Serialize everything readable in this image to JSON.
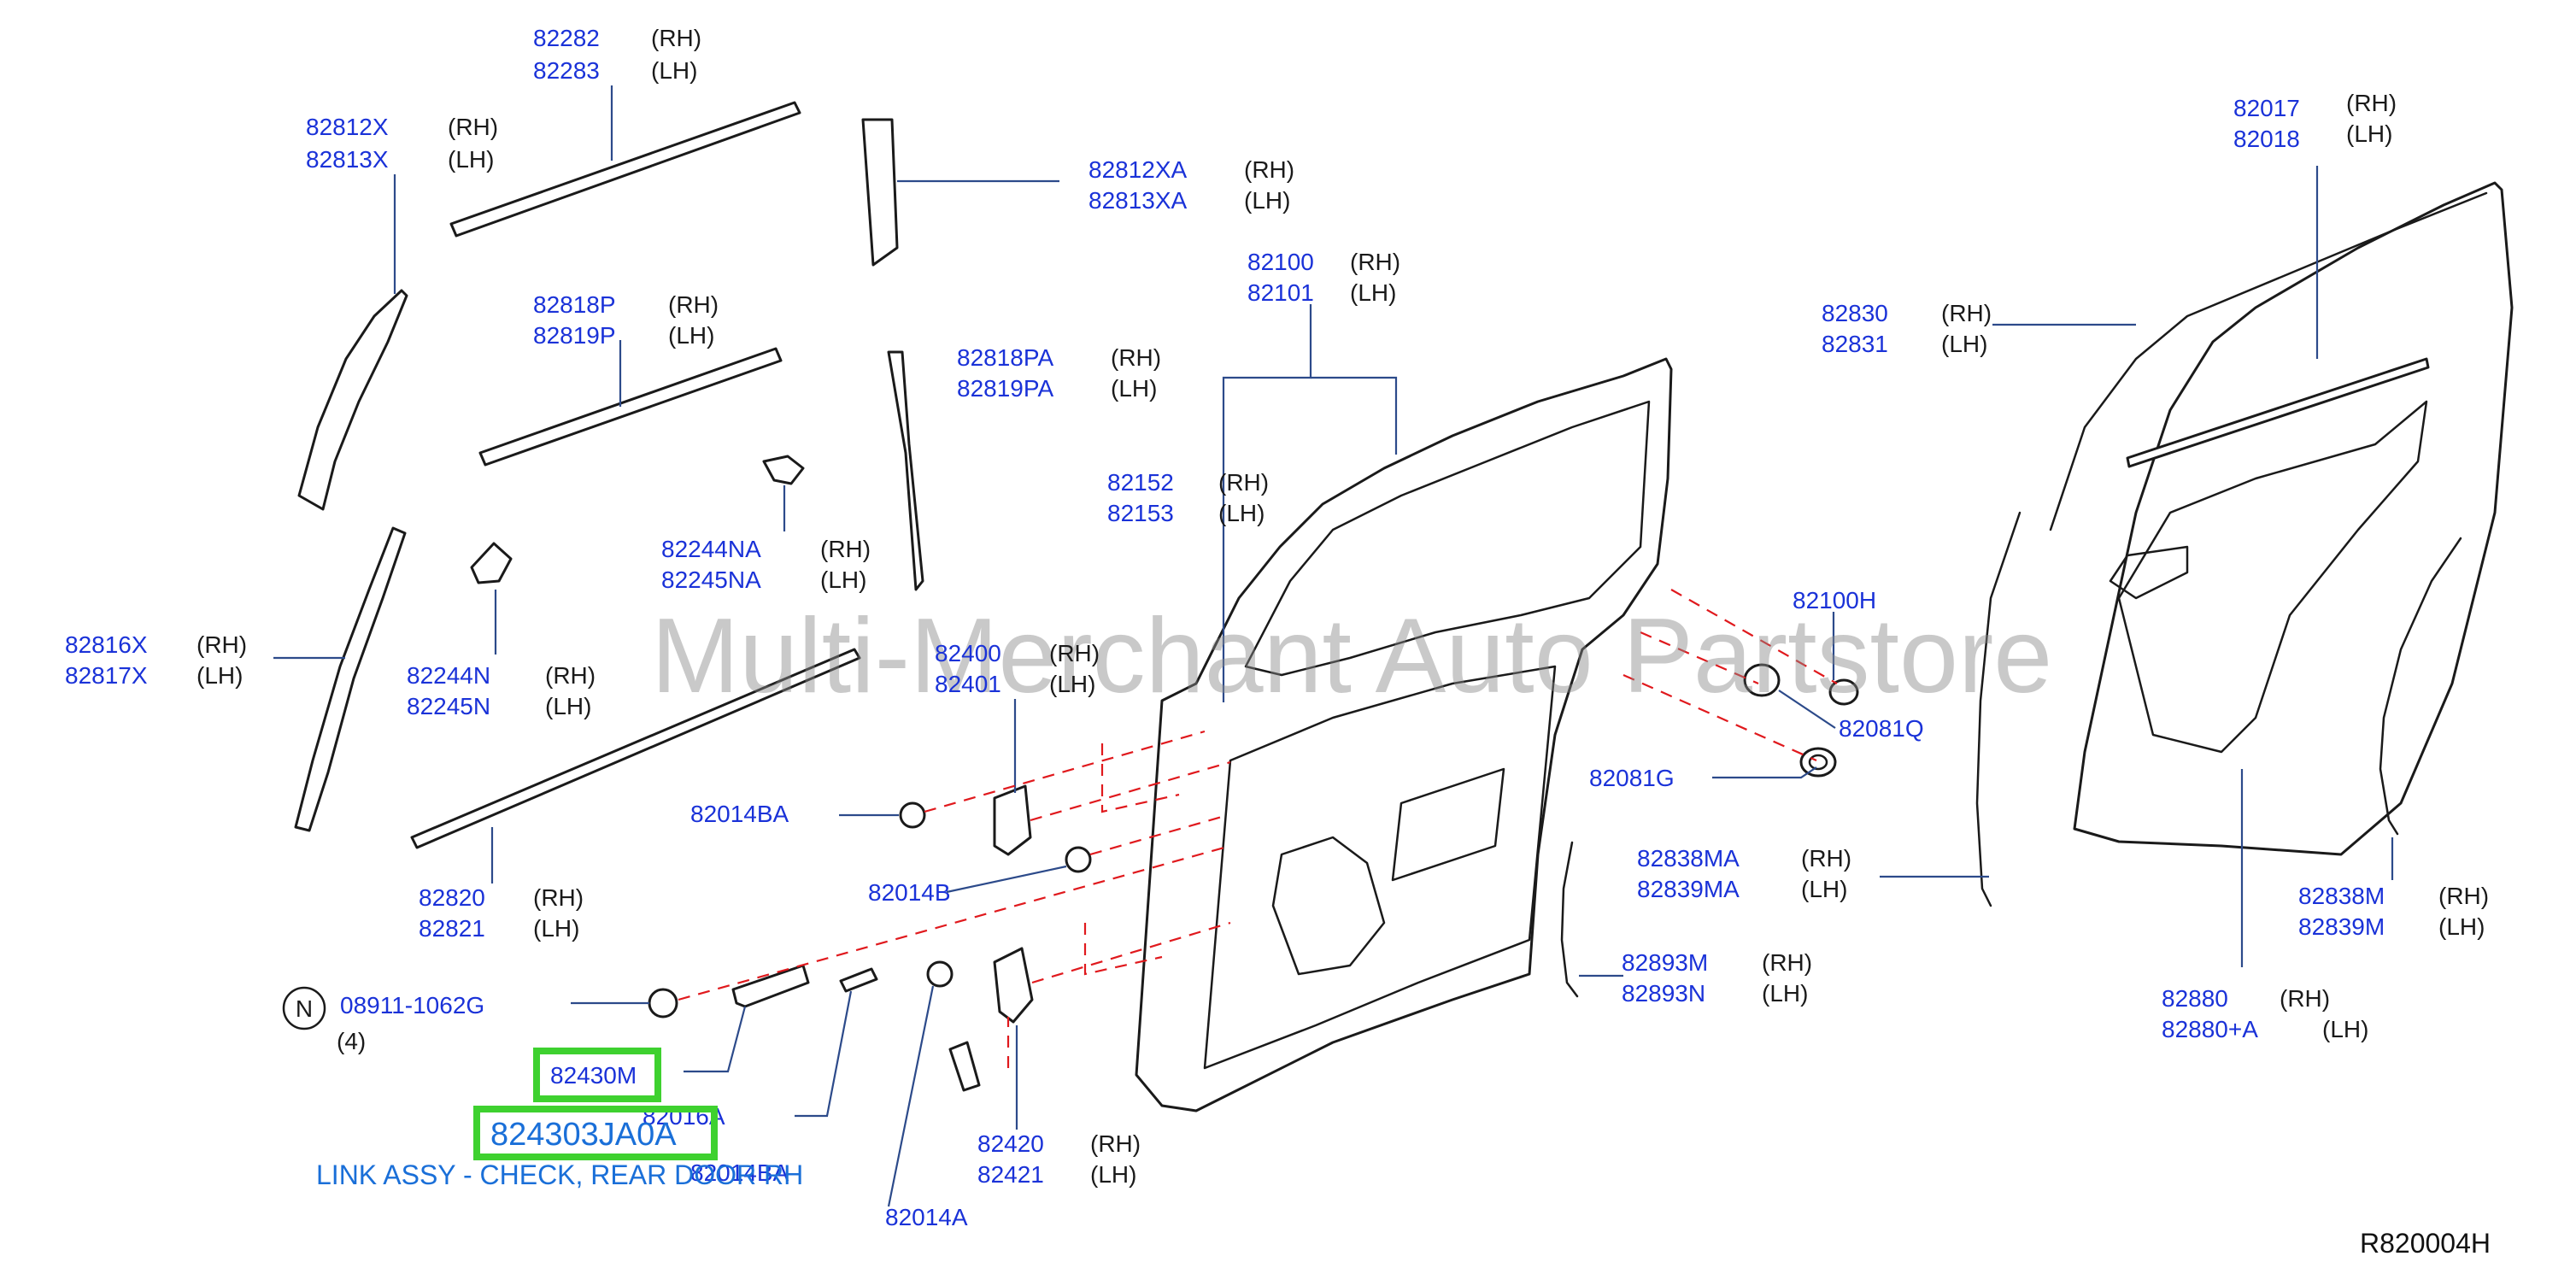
{
  "watermark": "Multi-Merchant Auto Partstore",
  "reference": "R820004H",
  "highlight": {
    "number": "824303JA0A",
    "description": "LINK ASSY - CHECK, REAR DOOR RH"
  },
  "callouts": [
    {
      "id": "82282",
      "rh": "82282",
      "lh": "82283",
      "rh_side": "(RH)",
      "lh_side": "(LH)"
    },
    {
      "id": "82812X",
      "rh": "82812X",
      "lh": "82813X",
      "rh_side": "(RH)",
      "lh_side": "(LH)"
    },
    {
      "id": "82812XA",
      "rh": "82812XA",
      "lh": "82813XA",
      "rh_side": "(RH)",
      "lh_side": "(LH)"
    },
    {
      "id": "82100",
      "rh": "82100",
      "lh": "82101",
      "rh_side": "(RH)",
      "lh_side": "(LH)"
    },
    {
      "id": "82818P",
      "rh": "82818P",
      "lh": "82819P",
      "rh_side": "(RH)",
      "lh_side": "(LH)"
    },
    {
      "id": "82818PA",
      "rh": "82818PA",
      "lh": "82819PA",
      "rh_side": "(RH)",
      "lh_side": "(LH)"
    },
    {
      "id": "82152",
      "rh": "82152",
      "lh": "82153",
      "rh_side": "(RH)",
      "lh_side": "(LH)"
    },
    {
      "id": "82244NA",
      "rh": "82244NA",
      "lh": "82245NA",
      "rh_side": "(RH)",
      "lh_side": "(LH)"
    },
    {
      "id": "82816X",
      "rh": "82816X",
      "lh": "82817X",
      "rh_side": "(RH)",
      "lh_side": "(LH)"
    },
    {
      "id": "82244N",
      "rh": "82244N",
      "lh": "82245N",
      "rh_side": "(RH)",
      "lh_side": "(LH)"
    },
    {
      "id": "82400",
      "rh": "82400",
      "lh": "82401",
      "rh_side": "(RH)",
      "lh_side": "(LH)"
    },
    {
      "id": "82820",
      "rh": "82820",
      "lh": "82821",
      "rh_side": "(RH)",
      "lh_side": "(LH)"
    },
    {
      "id": "82017",
      "rh": "82017",
      "lh": "82018",
      "rh_side": "(RH)",
      "lh_side": "(LH)"
    },
    {
      "id": "82830",
      "rh": "82830",
      "lh": "82831",
      "rh_side": "(RH)",
      "lh_side": "(LH)"
    },
    {
      "id": "82838MA",
      "rh": "82838MA",
      "lh": "82839MA",
      "rh_side": "(RH)",
      "lh_side": "(LH)"
    },
    {
      "id": "82893M",
      "rh": "82893M",
      "lh": "82893N",
      "rh_side": "(RH)",
      "lh_side": "(LH)"
    },
    {
      "id": "82838M",
      "rh": "82838M",
      "lh": "82839M",
      "rh_side": "(RH)",
      "lh_side": "(LH)"
    },
    {
      "id": "82880",
      "rh": "82880",
      "lh": "82880+A",
      "rh_side": "(RH)",
      "lh_side": "(LH)"
    },
    {
      "id": "82420",
      "rh": "82420",
      "lh": "82421",
      "rh_side": "(RH)",
      "lh_side": "(LH)"
    }
  ],
  "singles": {
    "p82100H": "82100H",
    "p82081Q": "82081Q",
    "p82081G": "82081G",
    "p82014BA": "82014BA",
    "p82014B": "82014B",
    "p82014A": "82014A",
    "p82016A": "82016A",
    "p82014BA_bottom": "82014BA",
    "p82430M": "82430M",
    "p08911": "08911-1062G",
    "p08911_qty": "(4)",
    "nut_symbol": "N"
  }
}
